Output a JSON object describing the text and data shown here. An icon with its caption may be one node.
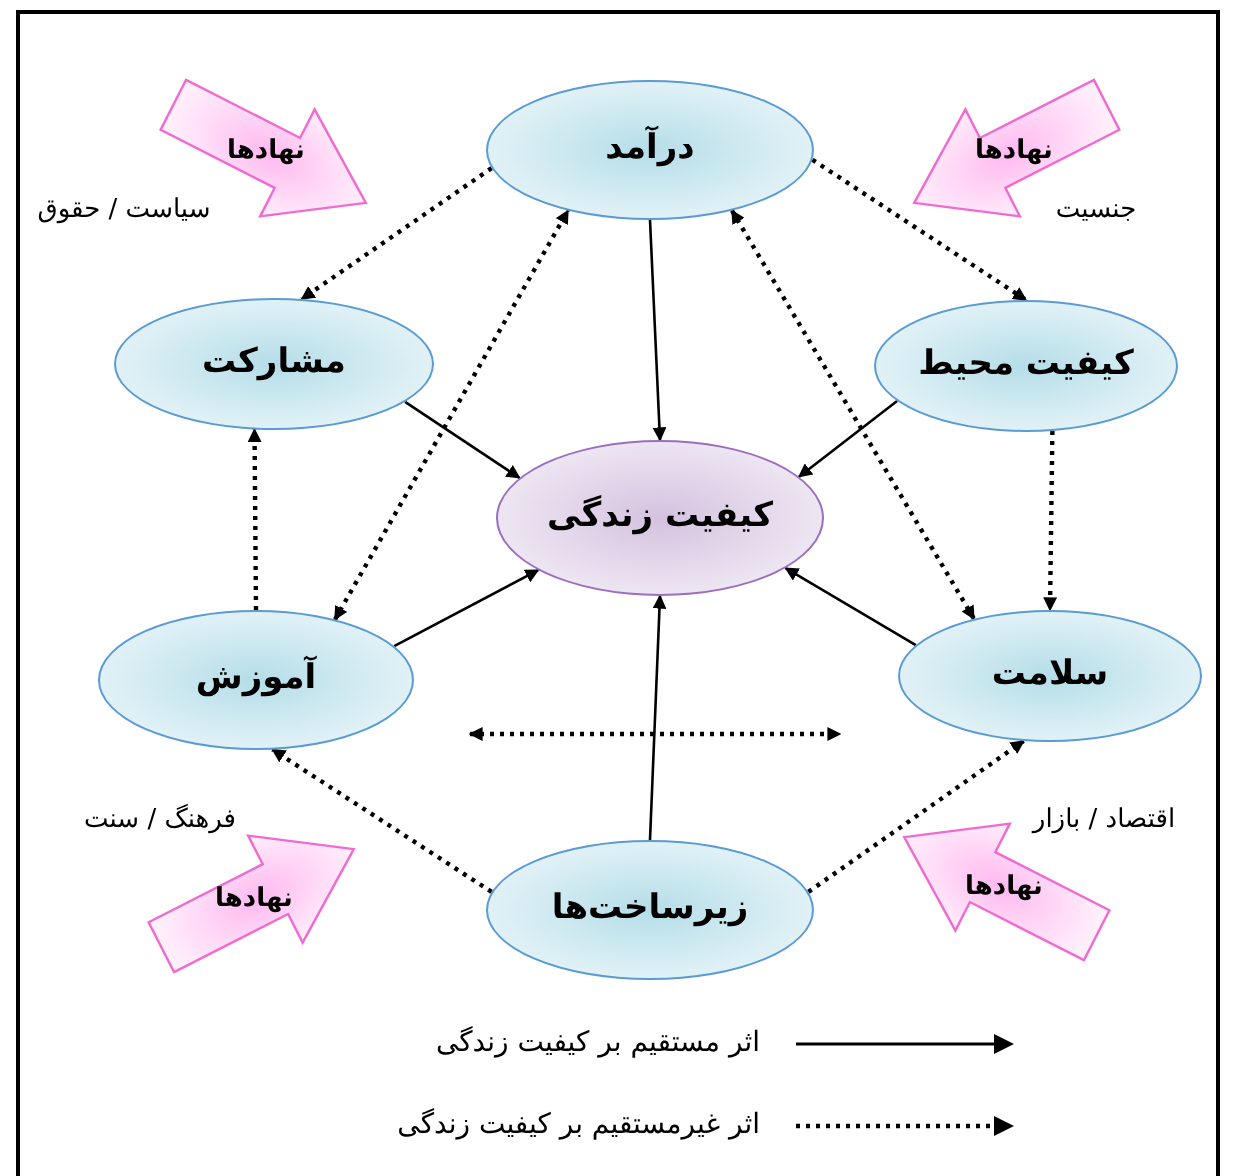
{
  "diagram": {
    "nodes": [
      {
        "text": [
          "درآمد"
        ]
      },
      {
        "text": [
          "مشارکت"
        ]
      },
      {
        "text": [
          "کیفیت محیط"
        ]
      },
      {
        "text": [
          "کیفیت زندگی"
        ]
      },
      {
        "text": [
          "آموزش"
        ]
      },
      {
        "text": [
          "سلامت"
        ]
      },
      {
        "text": [
          "زیرساخت‌ها"
        ]
      },
      {
        "text": [
          "نهادها"
        ],
        "beside": [
          "سیاست / حقوق"
        ]
      },
      {
        "text": [
          "نهادها"
        ],
        "beside": [
          "جنسیت"
        ]
      },
      {
        "text": [
          "نهادها"
        ],
        "beside": [
          "فرهنگ / سنت"
        ]
      },
      {
        "text": [
          "نهادها"
        ],
        "beside": [
          "اقتصاد / بازار"
        ]
      }
    ],
    "edges": [
      {
        "from": 0,
        "to": 3,
        "arrow": "to"
      },
      {
        "from": 1,
        "to": 3,
        "arrow": "to"
      },
      {
        "from": 2,
        "to": 3,
        "arrow": "to"
      },
      {
        "from": 4,
        "to": 3,
        "arrow": "to"
      },
      {
        "from": 5,
        "to": 3,
        "arrow": "to"
      },
      {
        "from": 6,
        "to": 3,
        "arrow": "to"
      },
      {
        "from": 0,
        "to": 1,
        "arrow": "to",
        "style": "dashed"
      },
      {
        "from": 0,
        "to": 2,
        "arrow": "to",
        "style": "dashed"
      },
      {
        "from": 2,
        "to": 5,
        "arrow": "to",
        "style": "dashed"
      },
      {
        "from": 4,
        "to": 1,
        "arrow": "to",
        "style": "dashed"
      },
      {
        "from": 6,
        "to": 4,
        "arrow": "to",
        "style": "dashed"
      },
      {
        "from": 6,
        "to": 5,
        "arrow": "to",
        "style": "dashed"
      },
      {
        "from": 4,
        "to": 0,
        "arrow": "both",
        "style": "dashed"
      },
      {
        "from": 0,
        "to": 5,
        "arrow": "both",
        "style": "dashed"
      }
    ],
    "legend": [
      {
        "text": "اثر مستقیم بر کیفیت زندگی"
      },
      {
        "text": "اثر غیرمستقیم بر کیفیت زندگی"
      }
    ]
  }
}
